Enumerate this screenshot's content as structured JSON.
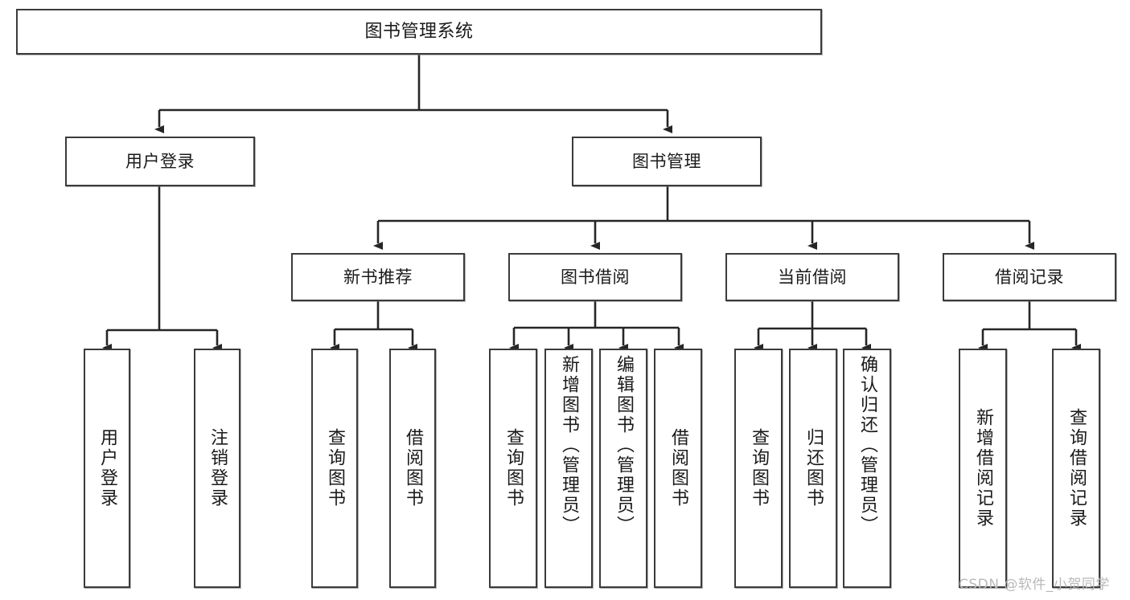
{
  "diagram": {
    "type": "tree",
    "title": "图书管理系统",
    "watermark": "CSDN @软件_小贺同学",
    "colors": {
      "box_border": "#3b3b3b",
      "box_fill": "#ffffff",
      "connector": "#262626",
      "text": "#1a1a1a",
      "watermark": "#b9b9b9",
      "background": "#ffffff"
    },
    "levels": {
      "root": {
        "label": "图书管理系统"
      },
      "level2": [
        {
          "id": "user-login",
          "label": "用户登录"
        },
        {
          "id": "book-manage",
          "label": "图书管理"
        }
      ],
      "level3": [
        {
          "id": "new-book-rec",
          "label": "新书推荐"
        },
        {
          "id": "book-borrow",
          "label": "图书借阅"
        },
        {
          "id": "current-borrow",
          "label": "当前借阅"
        },
        {
          "id": "borrow-record",
          "label": "借阅记录"
        }
      ],
      "leaves": {
        "user-login": [
          {
            "id": "leaf-user-login",
            "label": "用户登录"
          },
          {
            "id": "leaf-user-logout",
            "label": "注销登录"
          }
        ],
        "new-book-rec": [
          {
            "id": "leaf-query-book-1",
            "label": "查询图书"
          },
          {
            "id": "leaf-borrow-book-1",
            "label": "借阅图书"
          }
        ],
        "book-borrow": [
          {
            "id": "leaf-query-book-2",
            "label": "查询图书"
          },
          {
            "id": "leaf-add-book",
            "label": "新增图书（管理员）"
          },
          {
            "id": "leaf-edit-book",
            "label": "编辑图书（管理员）"
          },
          {
            "id": "leaf-borrow-book-2",
            "label": "借阅图书"
          }
        ],
        "current-borrow": [
          {
            "id": "leaf-query-book-3",
            "label": "查询图书"
          },
          {
            "id": "leaf-return-book",
            "label": "归还图书"
          },
          {
            "id": "leaf-confirm-return",
            "label": "确认归还（管理员）"
          }
        ],
        "borrow-record": [
          {
            "id": "leaf-add-record",
            "label": "新增借阅记录"
          },
          {
            "id": "leaf-query-record",
            "label": "查询借阅记录"
          }
        ]
      }
    }
  }
}
